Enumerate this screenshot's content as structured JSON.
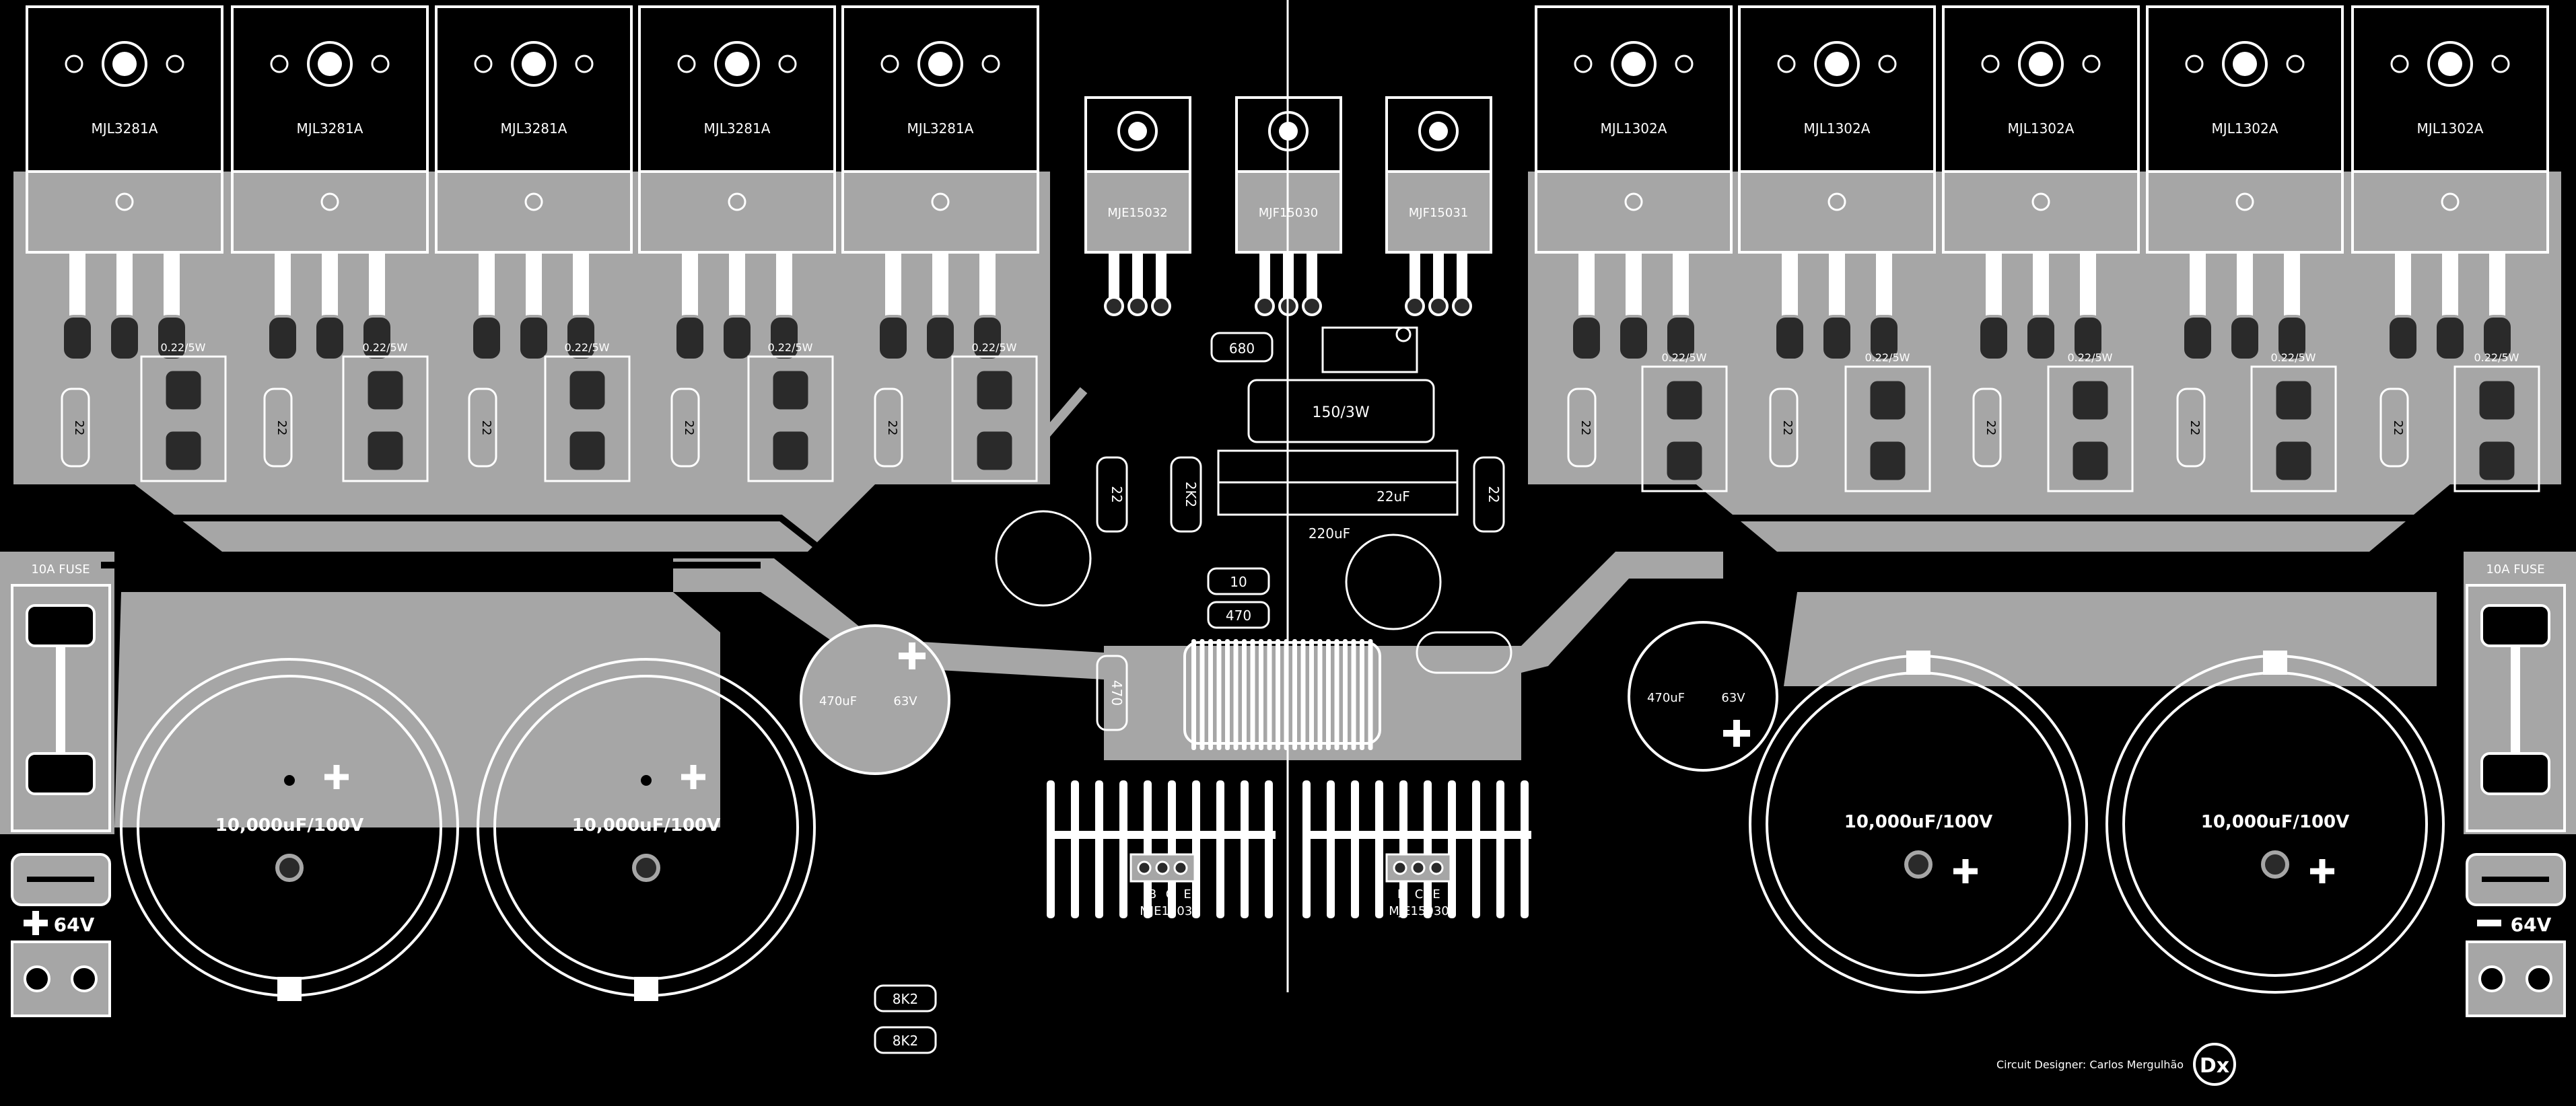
{
  "colors": {
    "background": "#000000",
    "copper": "#a6a6a6",
    "silkscreen": "#ffffff",
    "pad": "#2a2a2a",
    "hole": "#8a8a8a"
  },
  "transistors_left_label": "MJL3281A",
  "transistors_right_label": "MJL1302A",
  "driver_labels": [
    "MJE15032",
    "MJF15030",
    "MJF15031"
  ],
  "emitter_resistor_label": "0.22/5W",
  "base_resistor_label": "22",
  "center_labels": {
    "r680": "680",
    "r150": "150/3W",
    "r2k2": "2K2",
    "r22_left": "22",
    "r22_right": "22",
    "cap22": "22uF",
    "cap220": "220uF",
    "r10": "10",
    "r470": "470",
    "r470_vert": "470",
    "r8k2_a": "8K2",
    "r8k2_b": "8K2"
  },
  "small_cap_left": {
    "value": "470uF",
    "voltage": "63V"
  },
  "small_cap_right": {
    "value": "470uF",
    "voltage": "63V"
  },
  "big_caps": [
    "10,000uF/100V",
    "10,000uF/100V",
    "10,000uF/100V",
    "10,000uF/100V"
  ],
  "fuse_label": "10A FUSE",
  "supply_left": "64V",
  "supply_right": "64V",
  "heatsink_left": {
    "pins": [
      "B",
      "C",
      "E"
    ],
    "part": "MJE15033"
  },
  "heatsink_right": {
    "pins": [
      "B",
      "C",
      "E"
    ],
    "part": "MJE15030"
  },
  "designer_credit": "Circuit Designer:  Carlos Mergulhão",
  "logo_text": "Dx"
}
